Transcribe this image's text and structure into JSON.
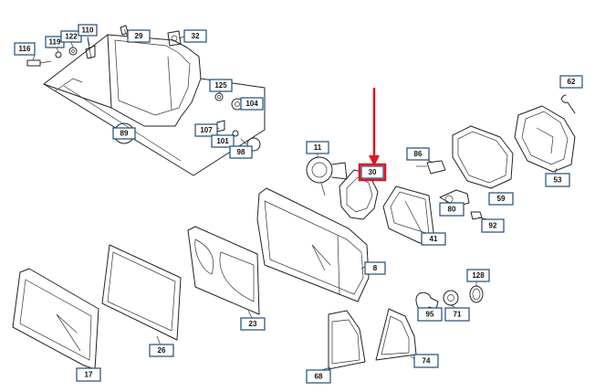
{
  "callouts": [
    {
      "id": "c116",
      "text": "116"
    },
    {
      "id": "c119",
      "text": "119"
    },
    {
      "id": "c122",
      "text": "122"
    },
    {
      "id": "c110",
      "text": "110"
    },
    {
      "id": "c29",
      "text": "29"
    },
    {
      "id": "c32",
      "text": "32"
    },
    {
      "id": "c125",
      "text": "125"
    },
    {
      "id": "c104",
      "text": "104"
    },
    {
      "id": "c107",
      "text": "107"
    },
    {
      "id": "c101",
      "text": "101"
    },
    {
      "id": "c98",
      "text": "98"
    },
    {
      "id": "c89",
      "text": "89"
    },
    {
      "id": "c11",
      "text": "11"
    },
    {
      "id": "c30",
      "text": "30"
    },
    {
      "id": "c86",
      "text": "86"
    },
    {
      "id": "c62",
      "text": "62"
    },
    {
      "id": "c59",
      "text": "59"
    },
    {
      "id": "c53",
      "text": "53"
    },
    {
      "id": "c80",
      "text": "80"
    },
    {
      "id": "c92",
      "text": "92"
    },
    {
      "id": "c41",
      "text": "41"
    },
    {
      "id": "c8",
      "text": "8"
    },
    {
      "id": "c128",
      "text": "128"
    },
    {
      "id": "c95",
      "text": "95"
    },
    {
      "id": "c71",
      "text": "71"
    },
    {
      "id": "c23",
      "text": "23"
    },
    {
      "id": "c26",
      "text": "26"
    },
    {
      "id": "c17",
      "text": "17"
    },
    {
      "id": "c68",
      "text": "68"
    },
    {
      "id": "c74",
      "text": "74"
    }
  ],
  "highlight": {
    "target": "30",
    "color": "#e0141e"
  },
  "colors": {
    "label_border": "#1f4e79",
    "line": "#222222"
  }
}
